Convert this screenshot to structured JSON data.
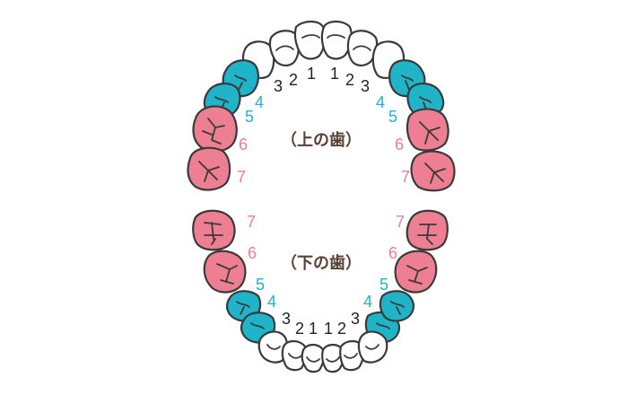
{
  "colors": {
    "incisor": "#ffffff",
    "premolar": "#20b4c9",
    "molar": "#ee7f93",
    "outline": "#3a3a3a",
    "num_incisor": "#222222",
    "num_premolar": "#20b4c9",
    "num_molar": "#ee7f93",
    "label": "#5a4034"
  },
  "arches": {
    "upper": {
      "label": "（上の歯）",
      "left_numbers": [
        "3",
        "2",
        "1",
        "4",
        "5",
        "6",
        "7"
      ],
      "right_numbers": [
        "1",
        "2",
        "3",
        "4",
        "5",
        "6",
        "7"
      ]
    },
    "lower": {
      "label": "（下の歯）",
      "left_numbers": [
        "7",
        "6",
        "5",
        "4",
        "3",
        "2",
        "1"
      ],
      "right_numbers": [
        "1",
        "2",
        "3",
        "4",
        "5",
        "6",
        "7"
      ]
    }
  }
}
